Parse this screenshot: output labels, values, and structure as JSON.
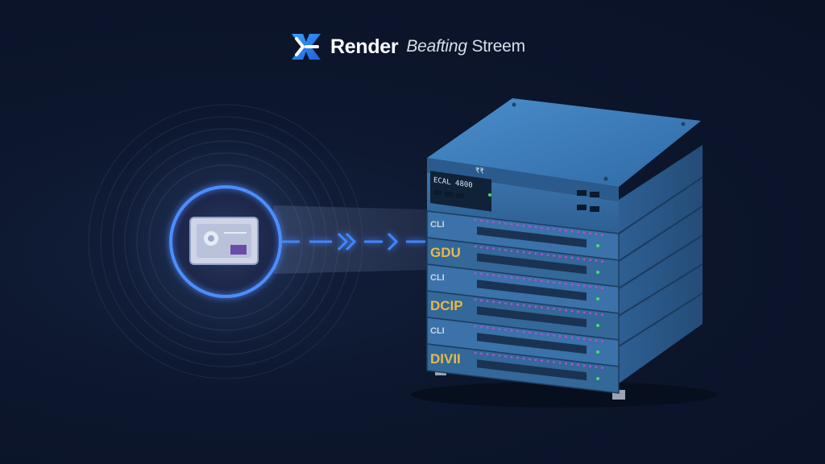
{
  "brand": {
    "name": "Render",
    "tagline_part1": "Beafting",
    "tagline_part2": "Streem"
  },
  "server": {
    "display_line1": "ECAL 4800",
    "display_chip": "₹₹",
    "unit_labels": [
      "CLI",
      "GDU",
      "CLI",
      "DCIP",
      "CLI",
      "DIVII"
    ]
  },
  "colors": {
    "background": "#0b1429",
    "accent_glow": "#3a7bff",
    "ring_blue": "#5a9cff",
    "server_blue": "#3f7bb5",
    "label_yellow": "#e8b84a",
    "led_green": "#43e06a",
    "led_pink": "#c04ad0"
  },
  "icons": {
    "logo": "render-logo-icon",
    "source": "media-card-icon",
    "arrows": "double-chevron-arrow-icon"
  }
}
